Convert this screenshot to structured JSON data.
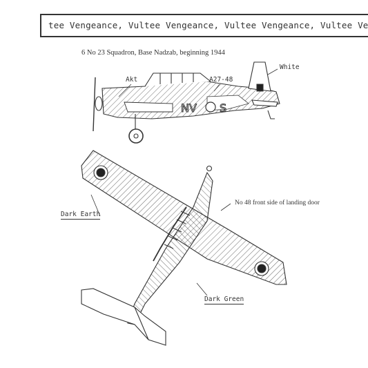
{
  "header": {
    "banner_text": "tee Vengeance, Vultee Vengeance, Vultee Vengeance, Vultee Vengeance, Vultee Vengeance, Vul"
  },
  "figure": {
    "caption": "6    No 23 Squadron, Base Nadzab, beginning 1944",
    "side_view": {
      "label_akt": "Akt",
      "label_serial": "A27-48",
      "label_white": "White",
      "fuselage_code": "NV",
      "fuselage_letter": "S"
    },
    "plan_view": {
      "label_dark_earth": "Dark Earth",
      "label_dark_green": "Dark Green",
      "label_landing_door": "No 48 front side of landing door"
    }
  },
  "colors": {
    "line": "#333333",
    "roundel_fill": "#222222",
    "paper": "#ffffff"
  }
}
